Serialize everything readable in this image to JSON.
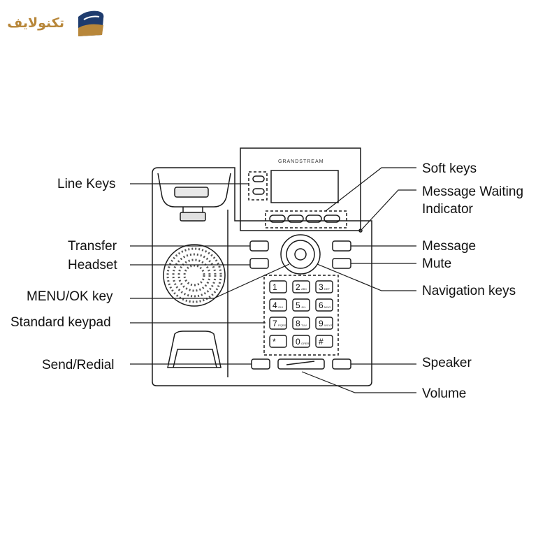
{
  "logo": {
    "text": "تکنولایف",
    "brand_color": "#b8873a",
    "mark_color": "#1f3c6e"
  },
  "device": {
    "brand": "GRANDSTREAM"
  },
  "keypad": [
    {
      "digit": "1",
      "sub": ""
    },
    {
      "digit": "2",
      "sub": "ABC"
    },
    {
      "digit": "3",
      "sub": "DEF"
    },
    {
      "digit": "4",
      "sub": "GHI"
    },
    {
      "digit": "5",
      "sub": "JKL"
    },
    {
      "digit": "6",
      "sub": "MNO"
    },
    {
      "digit": "7",
      "sub": "PQRS"
    },
    {
      "digit": "8",
      "sub": "TUV"
    },
    {
      "digit": "9",
      "sub": "WXYZ"
    },
    {
      "digit": "*",
      "sub": ""
    },
    {
      "digit": "0",
      "sub": "OPER"
    },
    {
      "digit": "#",
      "sub": ""
    }
  ],
  "labels": {
    "line_keys": "Line Keys",
    "transfer": "Transfer",
    "headset": "Headset",
    "menu_ok": "MENU/OK key",
    "standard_keypad": "Standard keypad",
    "send_redial": "Send/Redial",
    "soft_keys": "Soft keys",
    "mwi_line1": "Message Waiting",
    "mwi_line2": "Indicator",
    "message": "Message",
    "mute": "Mute",
    "navigation_keys": "Navigation keys",
    "speaker": "Speaker",
    "volume": "Volume"
  }
}
